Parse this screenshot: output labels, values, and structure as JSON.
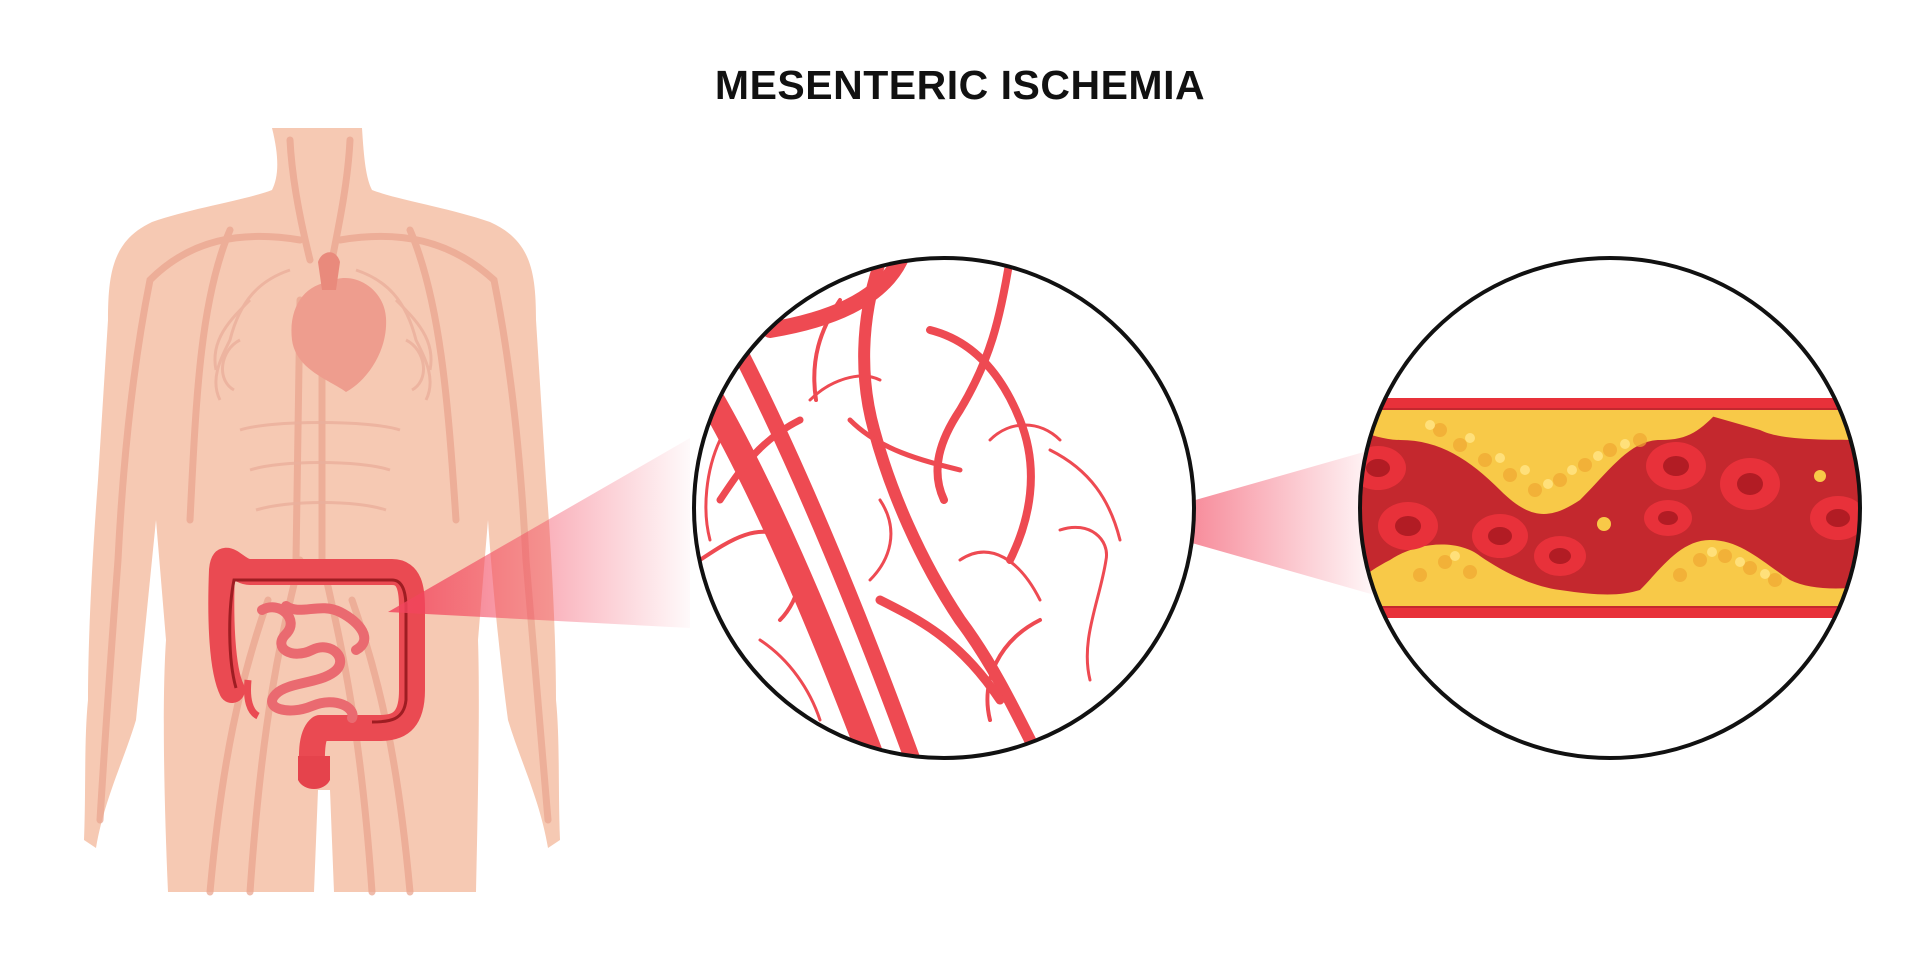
{
  "title": "MESENTERIC ISCHEMIA",
  "colors": {
    "skin": "#f6c9b3",
    "vessel_faint": "#eaa590",
    "intestine": "#ea4a52",
    "artery": "#ee4a52",
    "blood": "#c4282e",
    "red_cell": "#e8313a",
    "plaque": "#f8c948",
    "outline": "#111111"
  },
  "icons": [
    "human-body",
    "heart",
    "intestine",
    "artery-network",
    "clogged-artery"
  ]
}
